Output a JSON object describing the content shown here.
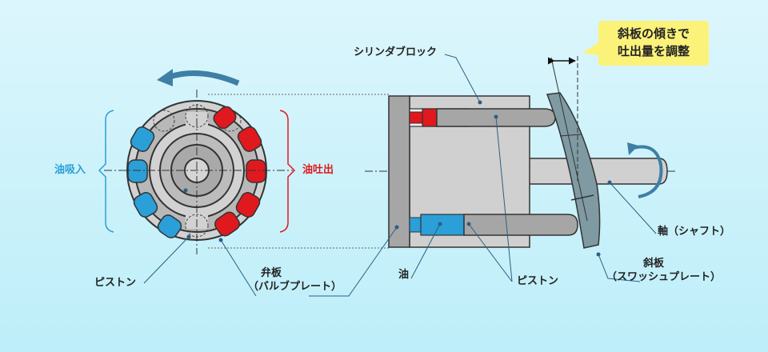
{
  "labels": {
    "suction": "油吸入",
    "discharge": "油吐出",
    "piston_left": "ピストン",
    "valve_plate_line1": "弁板",
    "valve_plate_line2": "（バルブプレート）",
    "cylinder_block": "シリンダブロック",
    "oil": "油",
    "piston_right": "ピストン",
    "shaft": "軸（シャフト）",
    "swashplate_line1": "斜板",
    "swashplate_line2": "（スワッシュプレート）"
  },
  "callout": {
    "line1": "斜板の傾きで",
    "line2": "吐出量を調整"
  },
  "colors": {
    "background_top": "#d9f5fb",
    "background_bottom": "#bfeef9",
    "suction_blue": "#2a9fd8",
    "discharge_red": "#e0191f",
    "callout_yellow": "#fbf27a",
    "arrow_blue": "#3f7fa6"
  }
}
